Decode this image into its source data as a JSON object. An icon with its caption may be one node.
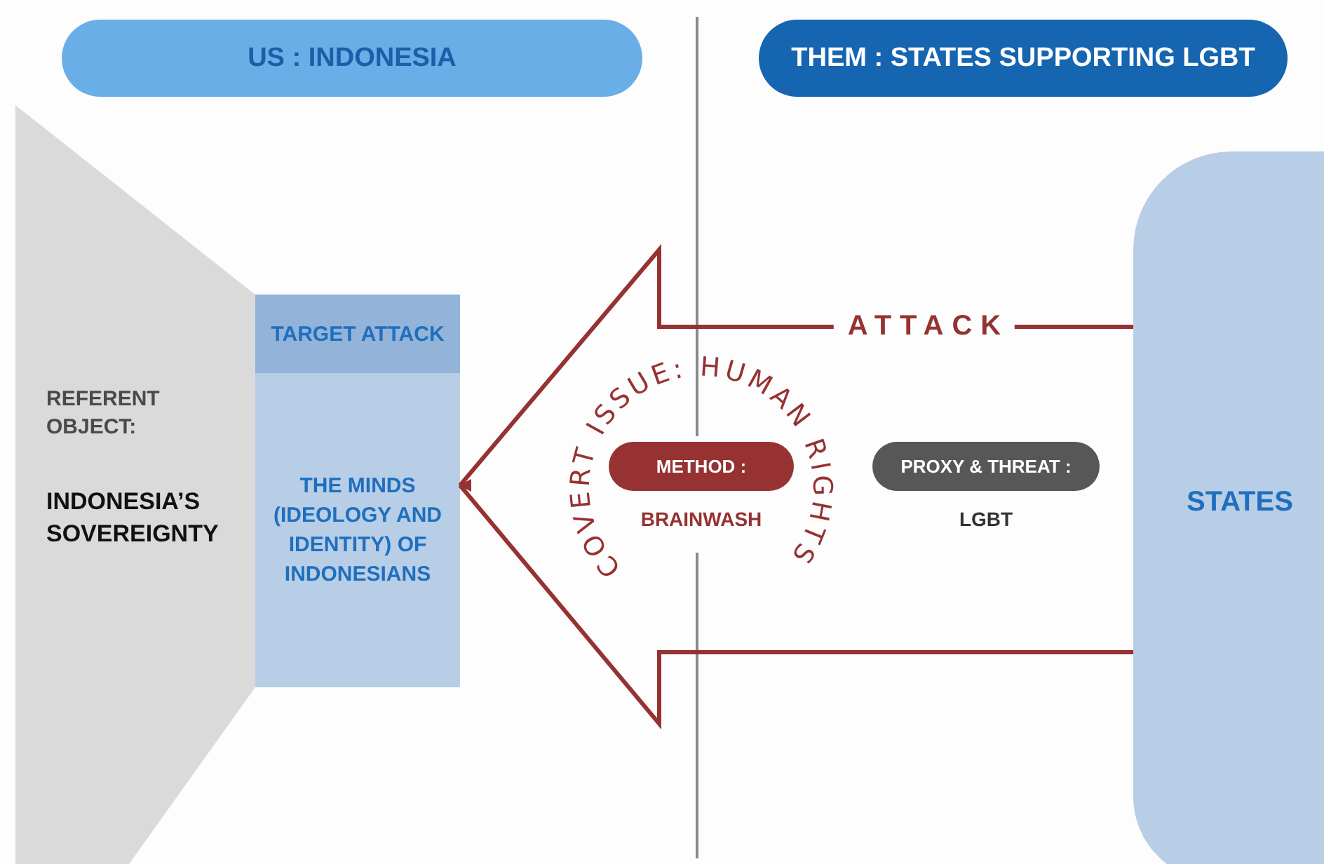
{
  "diagram": {
    "nodes": [
      {
        "text": [
          "US : INDONESIA"
        ]
      },
      {
        "text": [
          "THEM : STATES SUPPORTING LGBT"
        ]
      },
      {
        "text": [
          "REFERENT OBJECT:",
          "INDONESIA’S SOVEREIGNTY"
        ]
      },
      {
        "text": [
          "TARGET ATTACK"
        ]
      },
      {
        "text": [
          "THE MINDS (IDEOLOGY AND IDENTITY) OF INDONESIANS"
        ]
      },
      {
        "text": [
          "METHOD :"
        ],
        "beside": [
          "BRAINWASH"
        ]
      },
      {
        "text": [
          "PROXY & THREAT :"
        ],
        "beside": [
          "LGBT"
        ]
      },
      {
        "text": [
          "STATES"
        ]
      }
    ],
    "edges": [
      {
        "from": 7,
        "to": 4,
        "arrow": "to",
        "label": "ATTACK"
      }
    ],
    "labels": [
      "COVERT ISSUE: HUMAN RIGHTS"
    ]
  }
}
